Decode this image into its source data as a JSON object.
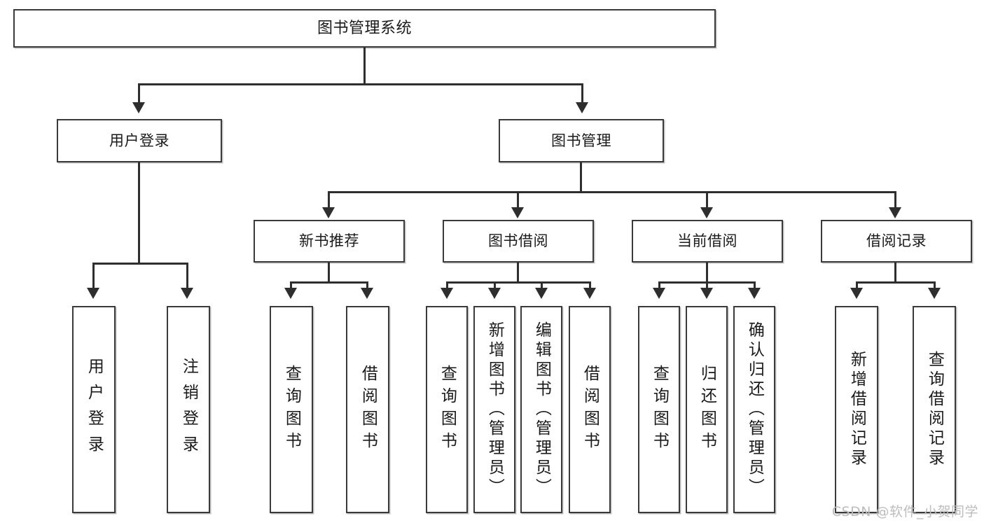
{
  "diagram": {
    "title": "图书管理系统",
    "root": {
      "label": "图书管理系统"
    },
    "level2": [
      {
        "label": "用户登录"
      },
      {
        "label": "图书管理"
      }
    ],
    "level3": [
      {
        "label": "新书推荐"
      },
      {
        "label": "图书借阅"
      },
      {
        "label": "当前借阅"
      },
      {
        "label": "借阅记录"
      }
    ],
    "leaves": {
      "user_login": [
        {
          "label": "用户登录"
        },
        {
          "label": "注销登录"
        }
      ],
      "new_book": [
        {
          "label": "查询图书"
        },
        {
          "label": "借阅图书"
        }
      ],
      "book_borrow": [
        {
          "label": "查询图书"
        },
        {
          "label": "新增图书（管理员）"
        },
        {
          "label": "编辑图书（管理员）"
        },
        {
          "label": "借阅图书"
        }
      ],
      "current_borrow": [
        {
          "label": "查询图书"
        },
        {
          "label": "归还图书"
        },
        {
          "label": "确认归还（管理员）"
        }
      ],
      "borrow_record": [
        {
          "label": "新增借阅记录"
        },
        {
          "label": "查询借阅记录"
        }
      ]
    }
  },
  "watermark": {
    "text": "CSDN @软件_小贺同学"
  },
  "colors": {
    "stroke": "#3a3a3a",
    "connector": "#2e2e2e",
    "background": "#ffffff",
    "text": "#1a1a1a",
    "watermark": "#bdbdbd"
  }
}
